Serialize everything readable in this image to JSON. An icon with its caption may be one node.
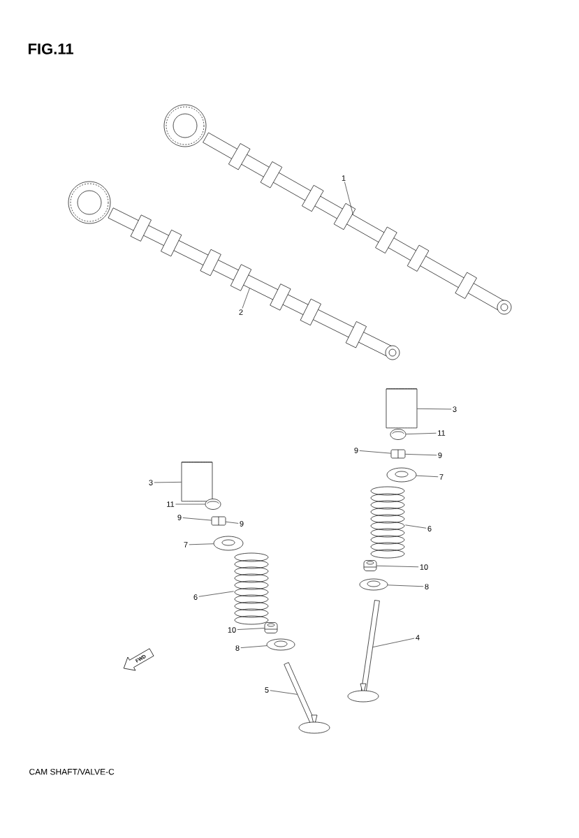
{
  "diagram": {
    "title": "FIG.11",
    "caption": "CAM SHAFT/VALVE-C",
    "nodes": [
      {
        "text": [
          "1"
        ]
      },
      {
        "text": [],
        "shape": "picture"
      },
      {
        "text": [
          "2"
        ]
      },
      {
        "text": [],
        "shape": "picture"
      },
      {
        "text": [
          "3"
        ]
      },
      {
        "text": [],
        "shape": "picture"
      },
      {
        "text": [
          "11"
        ]
      },
      {
        "text": [],
        "shape": "picture"
      },
      {
        "text": [
          "9"
        ]
      },
      {
        "text": [
          "9"
        ]
      },
      {
        "text": [],
        "shape": "picture"
      },
      {
        "text": [
          "7"
        ]
      },
      {
        "text": [],
        "shape": "picture"
      },
      {
        "text": [
          "6"
        ]
      },
      {
        "text": [],
        "shape": "picture"
      },
      {
        "text": [
          "10"
        ]
      },
      {
        "text": [],
        "shape": "picture"
      },
      {
        "text": [
          "8"
        ]
      },
      {
        "text": [],
        "shape": "picture"
      },
      {
        "text": [
          "4"
        ]
      },
      {
        "text": [],
        "shape": "picture"
      },
      {
        "text": [
          "3"
        ]
      },
      {
        "text": [],
        "shape": "picture"
      },
      {
        "text": [
          "11"
        ]
      },
      {
        "text": [],
        "shape": "picture"
      },
      {
        "text": [
          "9"
        ]
      },
      {
        "text": [
          "9"
        ]
      },
      {
        "text": [],
        "shape": "picture"
      },
      {
        "text": [
          "7"
        ]
      },
      {
        "text": [],
        "shape": "picture"
      },
      {
        "text": [
          "6"
        ]
      },
      {
        "text": [],
        "shape": "picture"
      },
      {
        "text": [
          "10"
        ]
      },
      {
        "text": [],
        "shape": "picture"
      },
      {
        "text": [
          "8"
        ]
      },
      {
        "text": [],
        "shape": "picture"
      },
      {
        "text": [
          "5"
        ]
      },
      {
        "text": [],
        "shape": "picture"
      }
    ],
    "edges": [
      {
        "from": 0,
        "to": 1,
        "arrow": "none"
      },
      {
        "from": 2,
        "to": 3,
        "arrow": "none"
      },
      {
        "from": 4,
        "to": 5,
        "arrow": "none"
      },
      {
        "from": 6,
        "to": 7,
        "arrow": "none"
      },
      {
        "from": 8,
        "to": 10,
        "arrow": "none"
      },
      {
        "from": 9,
        "to": 10,
        "arrow": "none"
      },
      {
        "from": 11,
        "to": 12,
        "arrow": "none"
      },
      {
        "from": 13,
        "to": 14,
        "arrow": "none"
      },
      {
        "from": 15,
        "to": 16,
        "arrow": "none"
      },
      {
        "from": 17,
        "to": 18,
        "arrow": "none"
      },
      {
        "from": 19,
        "to": 20,
        "arrow": "none"
      },
      {
        "from": 21,
        "to": 22,
        "arrow": "none"
      },
      {
        "from": 23,
        "to": 24,
        "arrow": "none"
      },
      {
        "from": 25,
        "to": 27,
        "arrow": "none"
      },
      {
        "from": 26,
        "to": 27,
        "arrow": "none"
      },
      {
        "from": 28,
        "to": 29,
        "arrow": "none"
      },
      {
        "from": 30,
        "to": 31,
        "arrow": "none"
      },
      {
        "from": 32,
        "to": 33,
        "arrow": "none"
      },
      {
        "from": 34,
        "to": 35,
        "arrow": "none"
      },
      {
        "from": 36,
        "to": 37,
        "arrow": "none"
      }
    ],
    "labels": [
      "FWD"
    ]
  }
}
